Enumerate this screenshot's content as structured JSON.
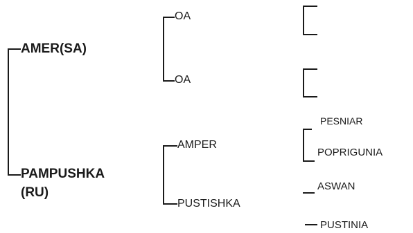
{
  "sire": {
    "name": "AMER(SA)",
    "sire": {
      "name": "OA"
    },
    "dam": {
      "name": "OA"
    }
  },
  "dam": {
    "name": "PAMPUSHKA",
    "name_line2": "(RU)",
    "sire": {
      "name": "AMPER",
      "sire": {
        "name": "PESNIAR"
      },
      "dam": {
        "name": "POPRIGUNIA"
      }
    },
    "dam": {
      "name": "PUSTISHKA",
      "sire": {
        "name": "ASWAN"
      },
      "dam": {
        "name": "PUSTINIA"
      }
    }
  },
  "colors": {
    "line": "#1a1a1a",
    "text": "#1a1a1a"
  }
}
